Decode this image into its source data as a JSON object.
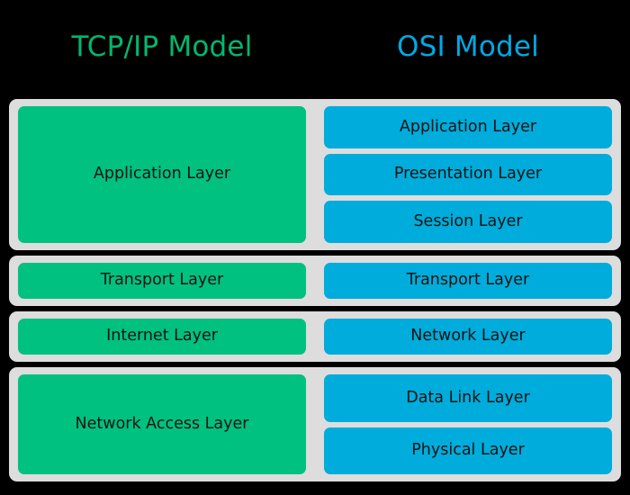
{
  "titles": {
    "left": "TCP/IP Model",
    "right": "OSI Model"
  },
  "colors": {
    "background": "#000000",
    "band": "#dddddd",
    "green_box": "#00c180",
    "blue_box": "#00acdb",
    "green_title": "#00b86e",
    "blue_title": "#00a9e4",
    "box_text": "#141414"
  },
  "rows": [
    {
      "tcpip": [
        "Application Layer"
      ],
      "osi": [
        "Application Layer",
        "Presentation Layer",
        "Session Layer"
      ]
    },
    {
      "tcpip": [
        "Transport Layer"
      ],
      "osi": [
        "Transport Layer"
      ]
    },
    {
      "tcpip": [
        "Internet Layer"
      ],
      "osi": [
        "Network Layer"
      ]
    },
    {
      "tcpip": [
        "Network Access Layer"
      ],
      "osi": [
        "Data Link Layer",
        "Physical Layer"
      ]
    }
  ],
  "chart_data": {
    "type": "table",
    "title": "TCP/IP Model vs OSI Model layer mapping",
    "columns": [
      "TCP/IP Model",
      "OSI Model"
    ],
    "rows": [
      {
        "tcpip": [
          "Application Layer"
        ],
        "osi": [
          "Application Layer",
          "Presentation Layer",
          "Session Layer"
        ]
      },
      {
        "tcpip": [
          "Transport Layer"
        ],
        "osi": [
          "Transport Layer"
        ]
      },
      {
        "tcpip": [
          "Internet Layer"
        ],
        "osi": [
          "Network Layer"
        ]
      },
      {
        "tcpip": [
          "Network Access Layer"
        ],
        "osi": [
          "Data Link Layer",
          "Physical Layer"
        ]
      }
    ]
  }
}
